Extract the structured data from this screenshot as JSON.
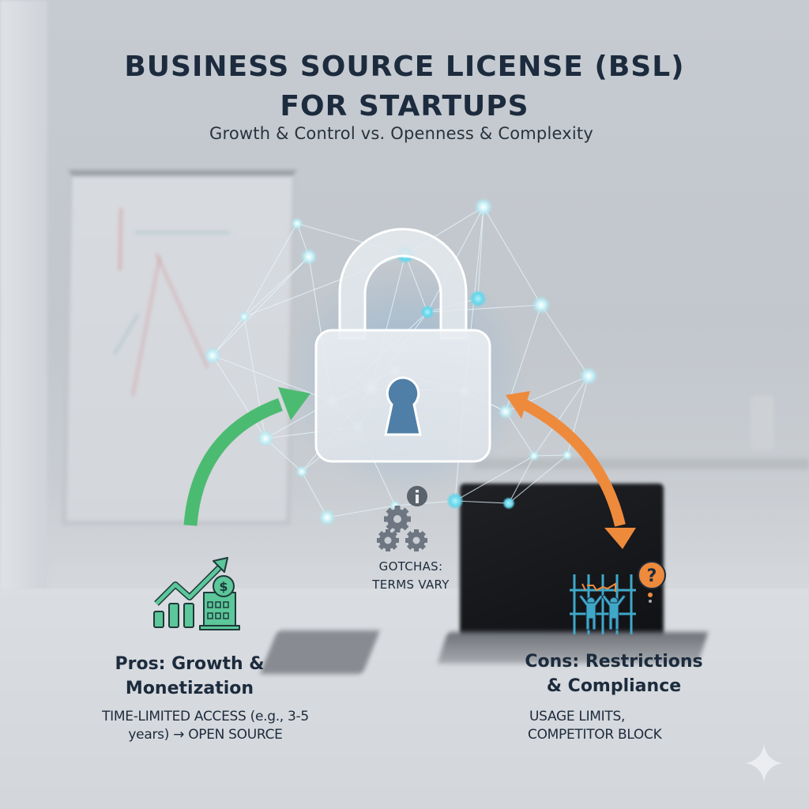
{
  "header": {
    "title_line1": "BUSINESS SOURCE LICENSE (BSL)",
    "title_line2": "FOR STARTUPS",
    "subtitle": "Growth & Control vs. Openness & Complexity"
  },
  "center": {
    "icon": "padlock-icon",
    "network": "connected-nodes-network"
  },
  "pros": {
    "icon": "growth-chart-dollar-building-icon",
    "title_line1": "Pros: Growth &",
    "title_line2": "Monetization",
    "desc_line1": "TIME-LIMITED ACCESS (e.g., 3-5",
    "desc_line2": "years) → OPEN SOURCE",
    "arrow_color": "#4cbb72"
  },
  "gotchas": {
    "icon": "gears-info-icon",
    "line1": "GOTCHAS:",
    "line2": "TERMS VARY",
    "icon_color": "#6d7681"
  },
  "cons": {
    "icon": "people-behind-bars-question-icon",
    "title_line1": "Cons: Restrictions",
    "title_line2": "& Compliance",
    "desc_line1": "USAGE LIMITS,",
    "desc_line2": "COMPETITOR BLOCK",
    "arrow_color": "#ee8a3c"
  },
  "colors": {
    "title_text": "#1c2b3d",
    "pros_icon": "#5cc79a",
    "cons_icon": "#3fa8c9",
    "cons_accent": "#ee8a3c",
    "node_glow": "#9fe6f2"
  },
  "watermark": {
    "icon": "sparkle-icon"
  }
}
